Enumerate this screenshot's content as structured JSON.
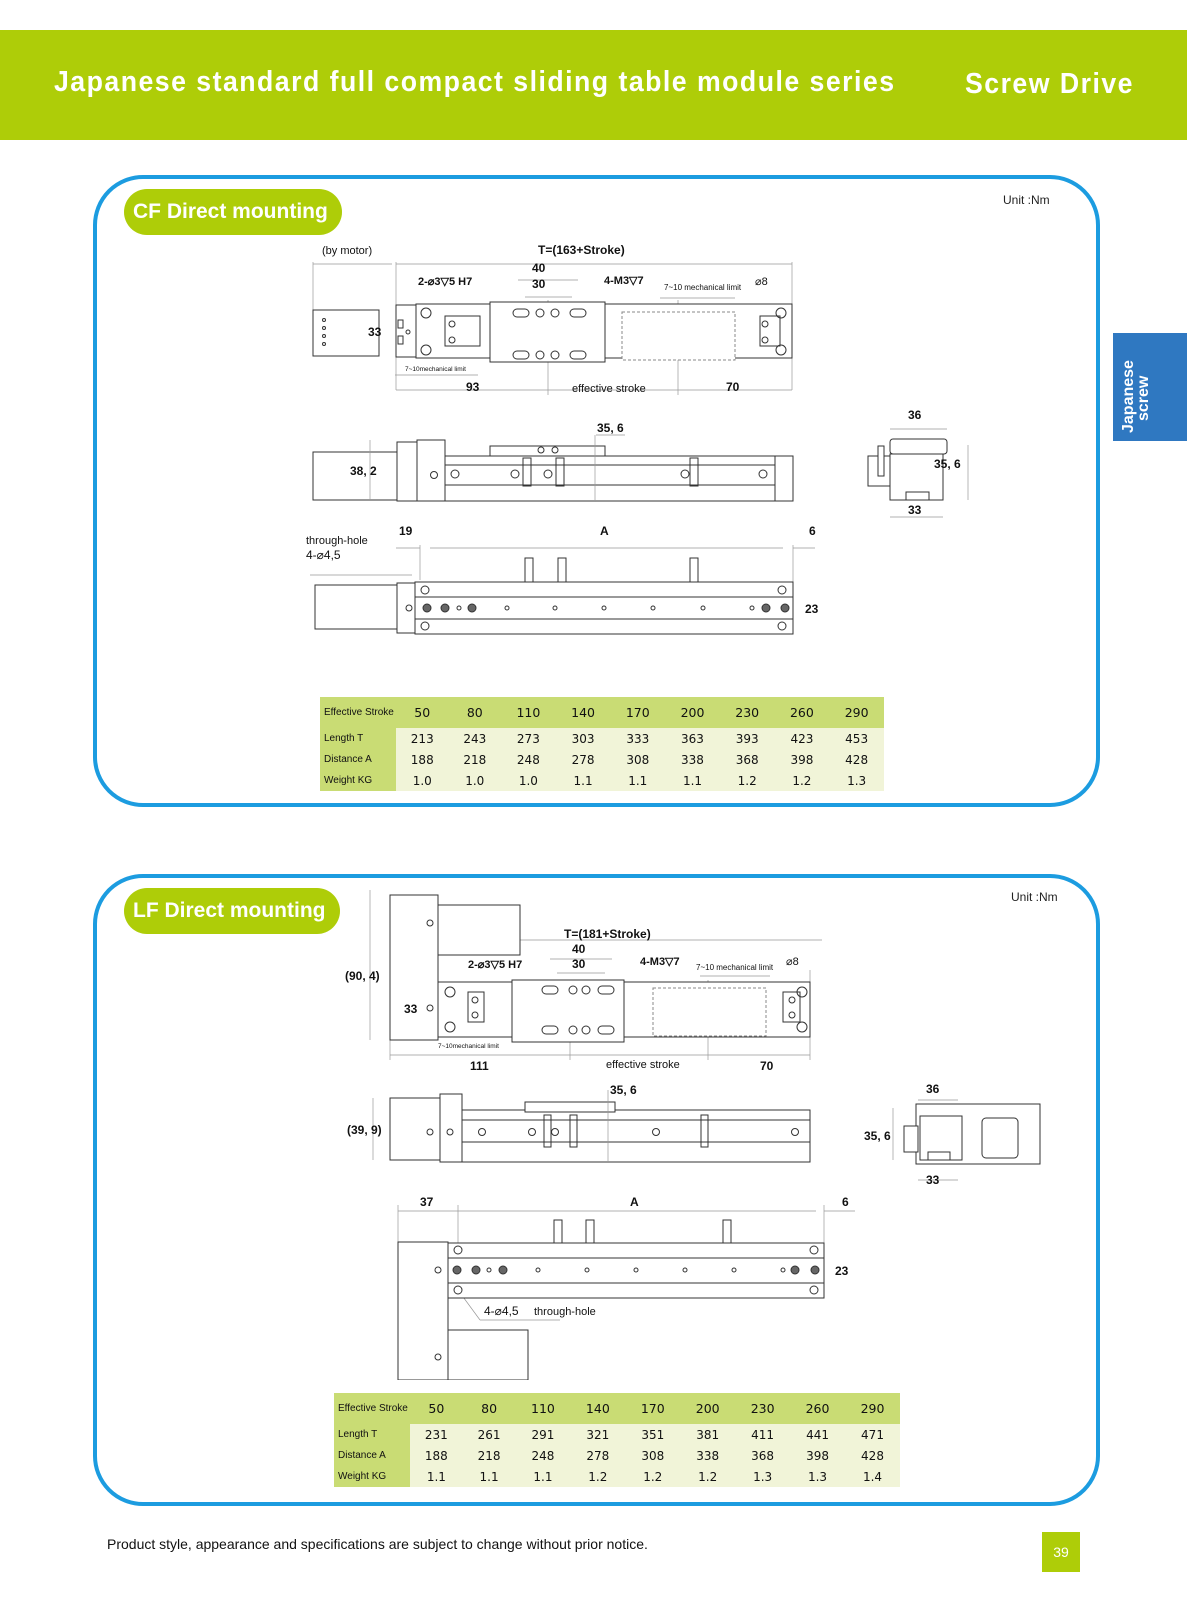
{
  "header": {
    "title": "Japanese standard full compact sliding table module series",
    "subtitle": "Screw Drive",
    "accent_color": "#aecd08"
  },
  "side_tab": {
    "line1": "Japanese",
    "line2": "screw",
    "color": "#2f78c1"
  },
  "sections": [
    {
      "id": "cf",
      "label": "CF  Direct mounting",
      "unit": "Unit :Nm",
      "drawing": {
        "motor_note": "(by motor)",
        "length_formula": "T=(163+Stroke)",
        "dim_40": "40",
        "dim_30": "30",
        "hole_pin": "2-⌀3▽5 H7",
        "hole_tap": "4-M3▽7",
        "mech_limit_top": "7~10 mechanical limit",
        "mech_limit_bottom": "7~10mechanical limit",
        "dia_8": "⌀8",
        "dim_33": "33",
        "dim_left": "93",
        "effective_stroke": "effective stroke",
        "dim_right": "70",
        "side_height": "38, 2",
        "table_height": "35, 6",
        "end_width_top": "36",
        "end_height": "35, 6",
        "end_width_bottom": "33",
        "through_hole": "through-hole",
        "through_hole_spec": "4-⌀4,5",
        "dim_offset": "19",
        "dim_a": "A",
        "dim_end": "6",
        "dim_23": "23"
      },
      "table": {
        "header_label": "Effective Stroke",
        "strokes": [
          "50",
          "80",
          "110",
          "140",
          "170",
          "200",
          "230",
          "260",
          "290"
        ],
        "rows": [
          {
            "label": "Length  T",
            "values": [
              "213",
              "243",
              "273",
              "303",
              "333",
              "363",
              "393",
              "423",
              "453"
            ]
          },
          {
            "label": "Distance A",
            "values": [
              "188",
              "218",
              "248",
              "278",
              "308",
              "338",
              "368",
              "398",
              "428"
            ]
          },
          {
            "label": "Weight  KG",
            "values": [
              "1.0",
              "1.0",
              "1.0",
              "1.1",
              "1.1",
              "1.1",
              "1.2",
              "1.2",
              "1.3"
            ]
          }
        ]
      }
    },
    {
      "id": "lf",
      "label": "LF  Direct mounting",
      "unit": "Unit :Nm",
      "drawing": {
        "overall_height": "(90, 4)",
        "length_formula": "T=(181+Stroke)",
        "dim_40": "40",
        "dim_30": "30",
        "hole_pin": "2-⌀3▽5 H7",
        "hole_tap": "4-M3▽7",
        "mech_limit_top": "7~10 mechanical limit",
        "mech_limit_bottom": "7~10mechanical limit",
        "dia_8": "⌀8",
        "dim_33": "33",
        "dim_left": "111",
        "effective_stroke": "effective stroke",
        "dim_right": "70",
        "side_height": "(39, 9)",
        "table_height": "35, 6",
        "end_width_top": "36",
        "end_height": "35, 6",
        "end_width_bottom": "33",
        "through_hole_spec": "4-⌀4,5",
        "through_hole": "through-hole",
        "dim_offset": "37",
        "dim_a": "A",
        "dim_end": "6",
        "dim_23": "23"
      },
      "table": {
        "header_label": "Effective Stroke",
        "strokes": [
          "50",
          "80",
          "110",
          "140",
          "170",
          "200",
          "230",
          "260",
          "290"
        ],
        "rows": [
          {
            "label": "Length  T",
            "values": [
              "231",
              "261",
              "291",
              "321",
              "351",
              "381",
              "411",
              "441",
              "471"
            ]
          },
          {
            "label": "Distance A",
            "values": [
              "188",
              "218",
              "248",
              "278",
              "308",
              "338",
              "368",
              "398",
              "428"
            ]
          },
          {
            "label": "Weight  KG",
            "values": [
              "1.1",
              "1.1",
              "1.1",
              "1.2",
              "1.2",
              "1.2",
              "1.3",
              "1.3",
              "1.4"
            ]
          }
        ]
      }
    }
  ],
  "footer": {
    "note": "Product style, appearance and specifications are subject to change without prior notice.",
    "page_number": "39"
  }
}
